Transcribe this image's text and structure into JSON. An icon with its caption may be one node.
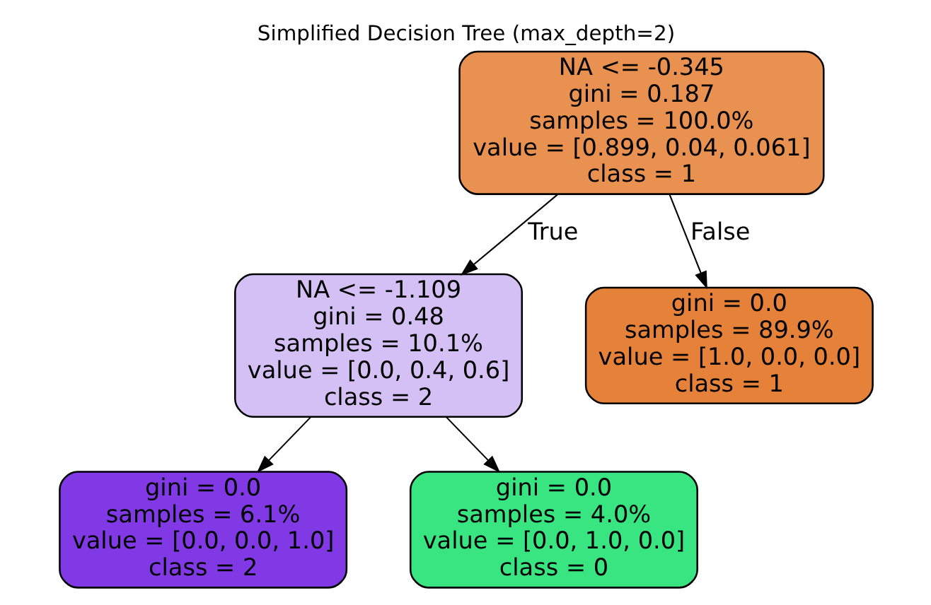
{
  "diagram": {
    "title": "Simplified Decision Tree (max_depth=2)",
    "nodes": [
      {
        "text": [
          "NA <= -0.345",
          "gini = 0.187",
          "samples = 100.0%",
          "value = [0.899, 0.04, 0.061]",
          "class = 1"
        ]
      },
      {
        "text": [
          "NA <= -1.109",
          "gini = 0.48",
          "samples = 10.1%",
          "value = [0.0, 0.4, 0.6]",
          "class = 2"
        ]
      },
      {
        "text": [
          "gini = 0.0",
          "samples = 89.9%",
          "value = [1.0, 0.0, 0.0]",
          "class = 1"
        ]
      },
      {
        "text": [
          "gini = 0.0",
          "samples = 6.1%",
          "value = [0.0, 0.0, 1.0]",
          "class = 2"
        ]
      },
      {
        "text": [
          "gini = 0.0",
          "samples = 4.0%",
          "value = [0.0, 1.0, 0.0]",
          "class = 0"
        ]
      }
    ],
    "edges": [
      {
        "from": 0,
        "to": 1,
        "arrow": "to",
        "label": "True"
      },
      {
        "from": 0,
        "to": 2,
        "arrow": "to",
        "label": "False"
      },
      {
        "from": 1,
        "to": 3,
        "arrow": "to"
      },
      {
        "from": 1,
        "to": 4,
        "arrow": "to"
      }
    ]
  }
}
